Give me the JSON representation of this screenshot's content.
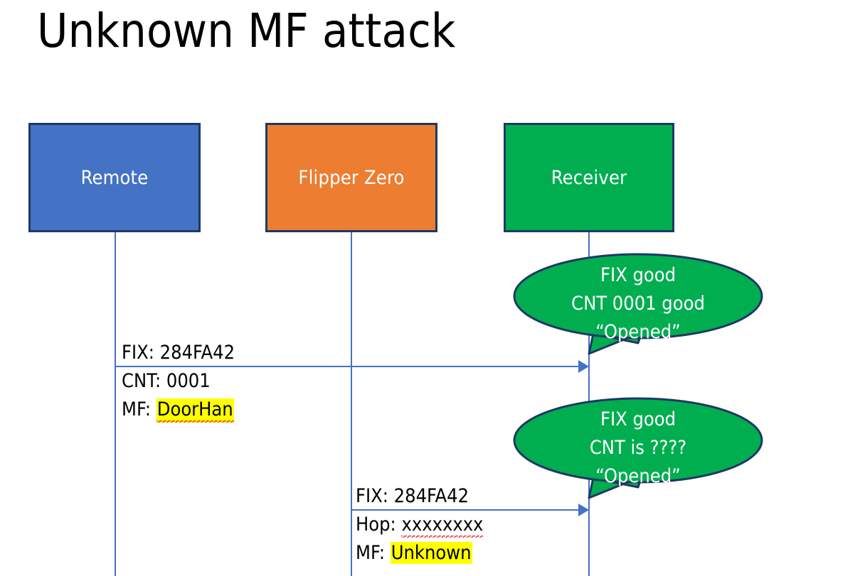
{
  "slide": {
    "title": "Unknown MF attack",
    "background": "#FFFFFF"
  },
  "colors": {
    "remote_fill": "#4472C4",
    "flipper_fill": "#ED7D31",
    "receiver_fill": "#00AE50",
    "box_border": "#1F3864",
    "lifeline": "#4472C4",
    "arrow": "#4472C4",
    "highlight": "#FFFF00",
    "bubble_fill": "#00AE50",
    "bubble_border": "#1F3864",
    "text": "#000000",
    "box_label_text": "#FFFFFF"
  },
  "actors": [
    {
      "id": "remote",
      "label": "Remote"
    },
    {
      "id": "flipper",
      "label": "Flipper Zero"
    },
    {
      "id": "receiver",
      "label": "Receiver"
    }
  ],
  "messages": [
    {
      "id": "remote-to-receiver",
      "from": "remote",
      "to": "receiver",
      "lines": [
        {
          "label": "FIX: ",
          "value": "284FA42",
          "highlight": false,
          "spellerror": false
        },
        {
          "label": "CNT: ",
          "value": "0001",
          "highlight": false,
          "spellerror": false
        },
        {
          "label": "MF: ",
          "value": "DoorHan",
          "highlight": true,
          "spellerror": true
        }
      ]
    },
    {
      "id": "flipper-to-receiver",
      "from": "flipper",
      "to": "receiver",
      "lines": [
        {
          "label": "FIX: ",
          "value": "284FA42",
          "highlight": false,
          "spellerror": false
        },
        {
          "label": "Hop: ",
          "value": "xxxxxxxx",
          "highlight": false,
          "spellerror": true
        },
        {
          "label": "MF: ",
          "value": "Unknown",
          "highlight": true,
          "spellerror": false
        }
      ]
    }
  ],
  "bubbles": [
    {
      "id": "bubble-first-reply",
      "lines": [
        "FIX good",
        "CNT 0001 good",
        "“Opened”"
      ]
    },
    {
      "id": "bubble-second-reply",
      "lines": [
        "FIX good",
        "CNT is ????",
        "“Opened”"
      ]
    }
  ]
}
